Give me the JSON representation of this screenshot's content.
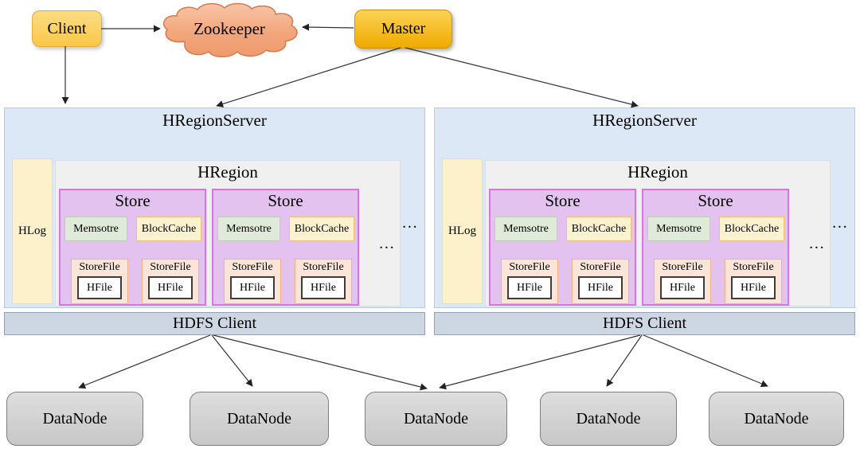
{
  "labels": {
    "client": "Client",
    "zookeeper": "Zookeeper",
    "master": "Master",
    "hregionserver": "HRegionServer",
    "hlog": "HLog",
    "hregion": "HRegion",
    "store": "Store",
    "memstore": "Memsotre",
    "blockcache": "BlockCache",
    "storefile": "StoreFile",
    "hfile": "HFile",
    "hdfs_client": "HDFS Client",
    "datanode": "DataNode",
    "ellipsis": "..."
  },
  "structure": {
    "region_server_count": 2,
    "stores_per_hregion": 2,
    "storefiles_per_store": 2,
    "datanode_count": 5
  },
  "colors": {
    "client_fill": "#F9C847",
    "master_fill": "#EEAA00",
    "zookeeper_fill": "#F2A67C",
    "zookeeper_stroke": "#D7794F",
    "region_server_fill": "#DCE8F5",
    "hlog_fill": "#FDF1CB",
    "hregion_fill": "#F0F0F0",
    "store_fill": "#E4C2F0",
    "store_stroke": "#DA74E4",
    "memstore_fill": "#DFEAD9",
    "blockcache_fill": "#FDF2CF",
    "storefile_fill": "#FBE5D8",
    "storefile_stroke": "#F4B183",
    "hfile_fill": "#FFFFFF",
    "hdfs_client_fill": "#CDD6E3",
    "datanode_fill": "#CFCFCF",
    "arrow": "#333333"
  }
}
